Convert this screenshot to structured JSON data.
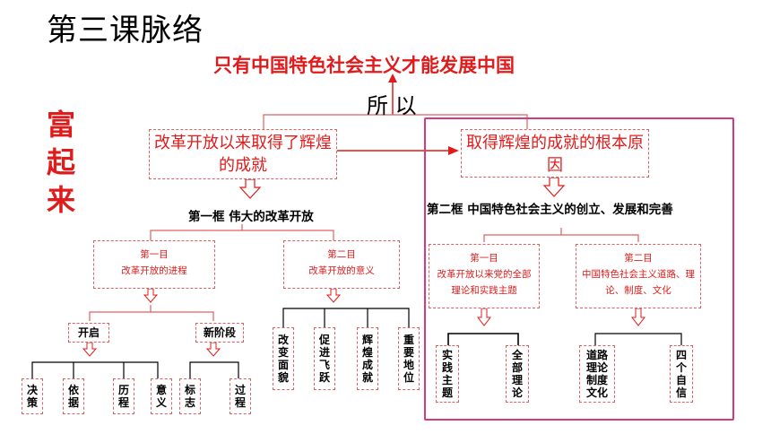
{
  "page_title": "第三课脉络",
  "main_theme": "只有中国特色社会主义才能发展中国",
  "connector_label": "所 以",
  "side_label": "富起来",
  "left_box": "改革开放以来取得了辉煌的成就",
  "right_box": "取得辉煌的成就的根本原因",
  "frame1": {
    "title": "第一框 伟大的改革开放",
    "mu1": {
      "label": "第一目",
      "text": "改革开放的进程"
    },
    "mu2": {
      "label": "第二目",
      "text": "改革开放的意义"
    },
    "stage_start": "开启",
    "stage_new": "新阶段",
    "start_items": [
      "决策",
      "依据",
      "历程",
      "意义"
    ],
    "new_items": [
      "标志",
      "过程"
    ],
    "meaning_items": [
      "改变面貌",
      "促进飞跃",
      "辉煌成就",
      "重要地位"
    ]
  },
  "frame2": {
    "title": "第二框 中国特色社会主义的创立、发展和完善",
    "mu1": {
      "label": "第一目",
      "text": "改革开放以来党的全部理论和实践主题"
    },
    "mu2": {
      "label": "第二目",
      "text": "中国特色社会主义道路、理论、制度、文化"
    },
    "mu1_items": [
      "实践主题",
      "全部理论"
    ],
    "mu2_items": [
      "道路理论制度文化",
      "四个自信"
    ]
  },
  "colors": {
    "accent_red": "#e01b1b",
    "panel_border": "#d63a7a",
    "line_red": "#e06060"
  }
}
